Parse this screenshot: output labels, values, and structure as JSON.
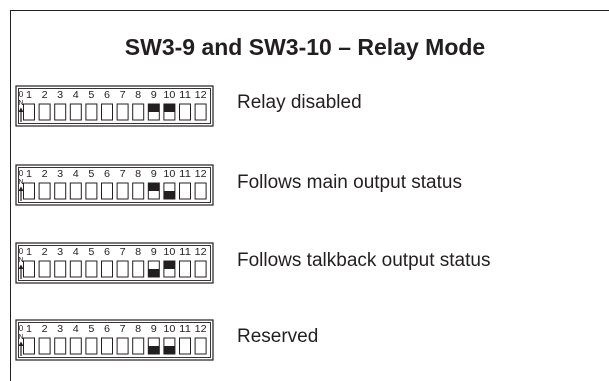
{
  "title": "SW3-9 and SW3-10 – Relay Mode",
  "switch_numbers": [
    "1",
    "2",
    "3",
    "4",
    "5",
    "6",
    "7",
    "8",
    "9",
    "10",
    "11",
    "12"
  ],
  "on_marker": {
    "zero": "0",
    "n": "N"
  },
  "modes": [
    {
      "label": "Relay disabled",
      "settings": {
        "9": "on",
        "10": "on"
      }
    },
    {
      "label": "Follows main output status",
      "settings": {
        "9": "on",
        "10": "off"
      }
    },
    {
      "label": "Follows talkback output status",
      "settings": {
        "9": "off",
        "10": "on"
      }
    },
    {
      "label": "Reserved",
      "settings": {
        "9": "off",
        "10": "off"
      }
    }
  ],
  "colors": {
    "ink": "#231f20",
    "background": "#ffffff"
  }
}
